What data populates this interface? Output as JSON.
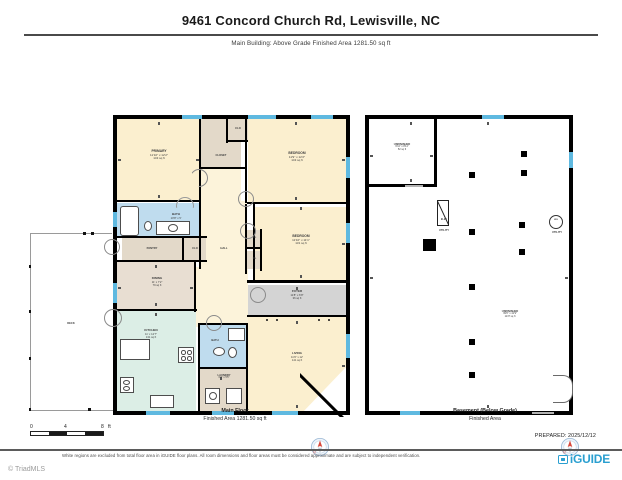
{
  "header": {
    "title": "9461 Concord Church Rd, Lewisville, NC",
    "subtitle": "Main Building: Above Grade Finished Area 1281.50 sq ft"
  },
  "main_floor": {
    "caption_title": "Main Floor",
    "caption_area": "Finished Area 1281.50 sq ft",
    "rooms": [
      {
        "name": "PRIMARY",
        "dim": "11'10\" x 12'2\"",
        "area": "143 sq ft"
      },
      {
        "name": "CLOSET",
        "dim": "",
        "area": ""
      },
      {
        "name": "CLO",
        "dim": "",
        "area": ""
      },
      {
        "name": "BEDROOM",
        "dim": "11'9\" x 12'2\"",
        "area": "143 sq ft"
      },
      {
        "name": "BATH",
        "dim": "10'8\" x 5'",
        "area": ""
      },
      {
        "name": "HALL",
        "dim": "",
        "area": ""
      },
      {
        "name": "CL",
        "dim": "",
        "area": ""
      },
      {
        "name": "CL",
        "dim": "",
        "area": ""
      },
      {
        "name": "BEDROOM",
        "dim": "11'10\" x 11'1\"",
        "area": "131 sq ft"
      },
      {
        "name": "PANTRY",
        "dim": "",
        "area": ""
      },
      {
        "name": "CLO",
        "dim": "",
        "area": ""
      },
      {
        "name": "DINING",
        "dim": "11' x 7'2\"",
        "area": "79 sq ft"
      },
      {
        "name": "FOYER",
        "dim": "11'8\" x 6'8\"",
        "area": "36 sq ft"
      },
      {
        "name": "KITCHEN",
        "dim": "11' x 12'7\"",
        "area": "131 sq ft"
      },
      {
        "name": "BATH",
        "dim": "",
        "area": ""
      },
      {
        "name": "LAUNDRY",
        "dim": "6'4\" x 5'5\"",
        "area": ""
      },
      {
        "name": "LIVING",
        "dim": "11'9\" x 12'",
        "area": "141 sq ft"
      },
      {
        "name": "DECK",
        "dim": "",
        "area": ""
      }
    ]
  },
  "basement": {
    "caption_title": "Basement (Below Grade)",
    "caption_area": "Finished Area",
    "rooms": [
      {
        "name": "UNFINISHED",
        "dim": "6'11\" x 8'11\"",
        "area": "52 sq ft"
      },
      {
        "name": "UNFINISHED",
        "dim": "39'6\" x 41'9\"",
        "area": "1137 sq ft"
      },
      {
        "name": "UTILITY",
        "dim": "",
        "area": ""
      },
      {
        "name": "UTILITY",
        "dim": "",
        "area": ""
      }
    ],
    "panel_label": "ELEC",
    "meter_label": "WH"
  },
  "scale": {
    "t0": "0",
    "t1": "4",
    "t2": "8",
    "unit": "ft"
  },
  "prepared": "PREPARED: 2025/12/12",
  "footer": {
    "disclaimer": "White regions are excluded from total floor area in iGUIDE floor plans. All room dimensions and floor areas must be considered approximate and are subject to independent verification.",
    "brand": "iGUIDE",
    "copyright": "© TriadMLS"
  },
  "colors": {
    "bedroom": "#fbefcf",
    "bath": "#bfdcee",
    "kitchen": "#dceee6",
    "dining": "#e8ded2",
    "closet": "#e3d9c9",
    "foyer": "#d4d4d4",
    "window": "#5fb9e0",
    "wall": "#000000",
    "brand": "#2a9fd0"
  }
}
